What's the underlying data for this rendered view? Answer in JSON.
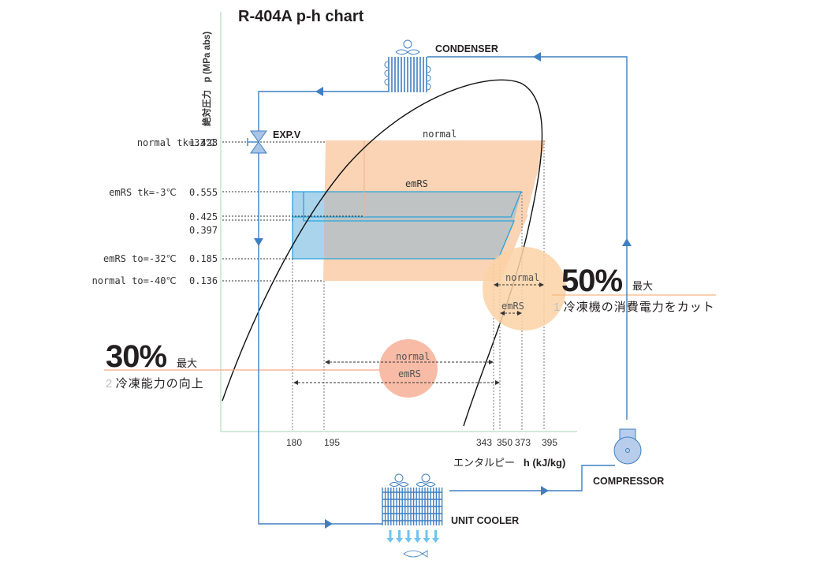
{
  "title": "R-404A p-h chart",
  "axes": {
    "y_label_en": "p (MPa abs)",
    "y_label_jp": "絶対圧力",
    "x_label_jp": "エンタルピー",
    "x_label_en": "h (kJ/kg)"
  },
  "components": {
    "condenser": "CONDENSER",
    "expansion_valve": "EXP.V",
    "compressor": "COMPRESSOR",
    "unit_cooler": "UNIT COOLER"
  },
  "pressure_levels": [
    {
      "tag": "normal  tk=33℃",
      "value": "1.428"
    },
    {
      "tag": "emRS  tk=-3℃",
      "value": "0.555"
    },
    {
      "tag": "",
      "value": "0.425"
    },
    {
      "tag": "",
      "value": "0.397"
    },
    {
      "tag": "emRS to=-32℃",
      "value": "0.185"
    },
    {
      "tag": "normal to=-40℃",
      "value": "0.136"
    }
  ],
  "enthalpy_ticks": [
    "180",
    "195",
    "343",
    "350",
    "373",
    "395"
  ],
  "cycle_labels": {
    "normal": "normal",
    "emrs": "emRS"
  },
  "callouts": {
    "power": {
      "percent": "50%",
      "max": "最大",
      "index": "1",
      "text": "冷凍機の消費電力をカット",
      "normal": "normal",
      "emrs": "emRS"
    },
    "capacity": {
      "percent": "30%",
      "max": "最大",
      "index": "2",
      "text": "冷凍能力の向上",
      "normal": "normal",
      "emrs": "emRS"
    }
  },
  "colors": {
    "pipe": "#3f7fc1",
    "normal_fill": "#f9c9a3",
    "emrs_fill": "#a9d4ec",
    "overlap": "#bfc3c4",
    "circle_power": "#fbd2a6",
    "circle_capacity": "#f7b49c",
    "axis": "#b9dcc2"
  },
  "chart_data": {
    "type": "p-h diagram",
    "title": "R-404A p-h chart",
    "xlabel": "エンタルピー h (kJ/kg)",
    "ylabel": "絶対圧力 p (MPa abs)",
    "x_ticks": [
      180,
      195,
      343,
      350,
      373,
      395
    ],
    "y_ticks": [
      1.428,
      0.555,
      0.425,
      0.397,
      0.185,
      0.136
    ],
    "series": [
      {
        "name": "normal",
        "condensing_p": 1.428,
        "evaporating_p": 0.136,
        "h_liquid": 195,
        "h_evap_out": 343,
        "h_discharge": 395,
        "tk": "33℃",
        "to": "-40℃"
      },
      {
        "name": "emRS",
        "condensing_p": 0.555,
        "evaporating_p": 0.185,
        "h_liquid": 180,
        "h_evap_out": 350,
        "h_discharge": 373,
        "tk": "-3℃",
        "to": "-32℃",
        "intermediate_p": [
          0.425,
          0.397
        ]
      }
    ],
    "annotations": [
      "50% 最大 冷凍機の消費電力をカット",
      "30% 最大 冷凍能力の向上"
    ]
  }
}
